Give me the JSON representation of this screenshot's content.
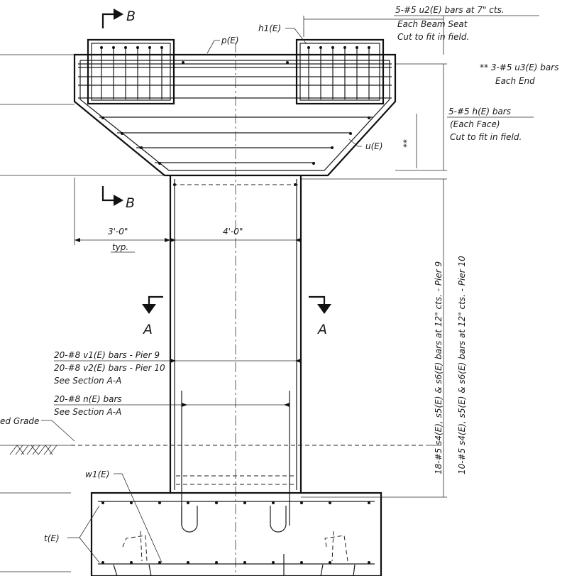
{
  "section_marks": {
    "b_letter": "B",
    "a_letter": "A"
  },
  "notes": {
    "u2_title": "5-#5 u2(E) bars at 7\" cts.",
    "u2_line2": "Each Beam Seat",
    "u2_line3": "Cut to fit in field.",
    "h1": "h1(E)",
    "p": "p(E)",
    "u3_line1": "** 3-#5 u3(E) bars",
    "u3_line2": "Each End",
    "h_title": "5-#5 h(E) bars",
    "h_line2": "(Each Face)",
    "h_line3": "Cut to fit in field.",
    "u": "u(E)",
    "stars": "**",
    "dim_3ft": "3'-0\"",
    "dim_typ": "typ.",
    "dim_4ft": "4'-0\"",
    "v_title1": "20-#8 v1(E) bars - Pier 9",
    "v_title2": "20-#8 v2(E) bars - Pier 10",
    "v_see": "See Section A-A",
    "n_title": "20-#8 n(E) bars",
    "n_see": "See Section A-A",
    "grade": "ed Grade",
    "w1": "w1(E)",
    "t": "t(E)",
    "s_pier9": "18-#5 s4(E), s5(E) & s6(E) bars at 12\" cts. - Pier 9",
    "s_pier10": "10-#5 s4(E), s5(E) & s6(E) bars at 12\" cts. - Pier 10"
  }
}
